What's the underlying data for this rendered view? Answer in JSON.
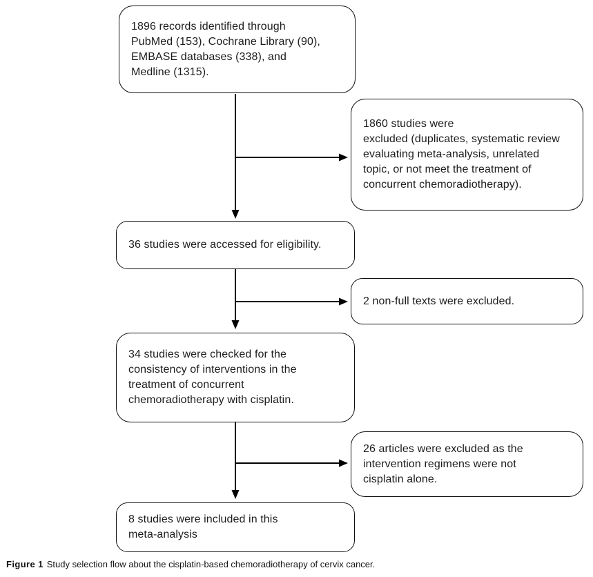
{
  "style": {
    "background": "#ffffff",
    "box_border_color": "#0f0f0f",
    "text_color": "#1c1c1c",
    "arrow_color": "#000000"
  },
  "flowchart": {
    "boxes": [
      {
        "id": "records-identified",
        "text": "1896 records identified through\nPubMed (153), Cochrane Library (90),\nEMBASE databases (338), and\nMedline (1315)."
      },
      {
        "id": "studies-excluded",
        "text": "1860 studies were\nexcluded (duplicates, systematic review\nevaluating meta-analysis, unrelated\ntopic, or not meet the treatment of\nconcurrent chemoradiotherapy)."
      },
      {
        "id": "eligibility-assessed",
        "text": "36 studies were accessed for eligibility."
      },
      {
        "id": "nonfulltext-excluded",
        "text": "2 non-full texts were excluded."
      },
      {
        "id": "consistency-checked",
        "text": "34 studies were checked for the\nconsistency of interventions in the\ntreatment of concurrent\nchemoradiotherapy with cisplatin."
      },
      {
        "id": "articles-excluded",
        "text": "26 articles were excluded as the\nintervention regimens were not\ncisplatin alone."
      },
      {
        "id": "included-meta-analysis",
        "text": "8 studies were included in this\nmeta-analysis"
      }
    ]
  },
  "caption": {
    "label": "Figure 1",
    "text": "Study selection flow about the cisplatin-based chemoradiotherapy of cervix cancer."
  }
}
